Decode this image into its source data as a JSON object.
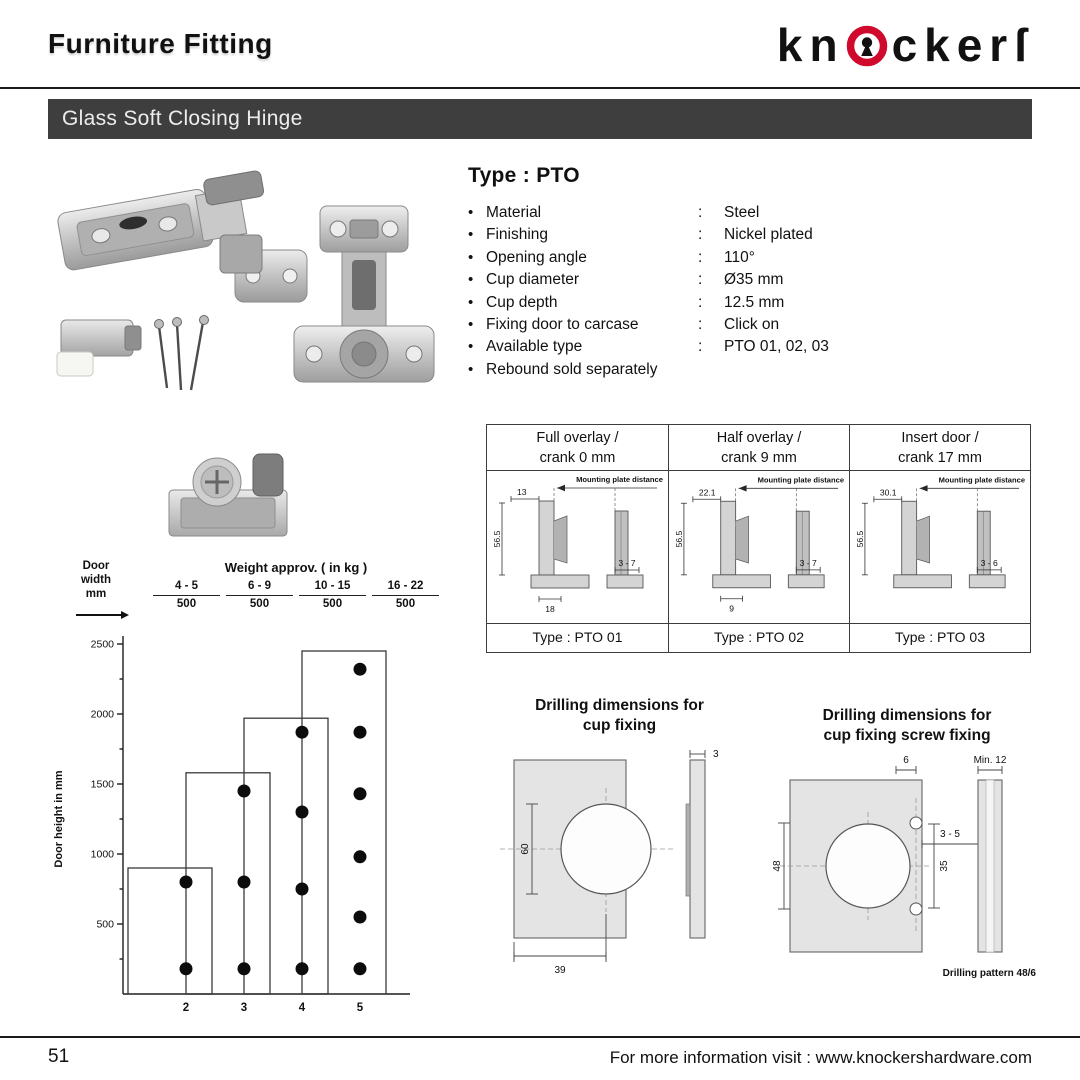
{
  "header": {
    "category": "Furniture Fitting",
    "brand_left": "kn",
    "brand_right": "ckerſ",
    "brand_accent": "#cf0a2c"
  },
  "banner": {
    "title": "Glass Soft Closing Hinge",
    "bg": "#3e3e3e"
  },
  "product": {
    "type_heading": "Type : PTO",
    "specs": [
      {
        "label": "Material",
        "colon": ":",
        "value": "Steel"
      },
      {
        "label": "Finishing",
        "colon": ":",
        "value": "Nickel plated"
      },
      {
        "label": "Opening angle",
        "colon": ":",
        "value": "110°"
      },
      {
        "label": "Cup diameter",
        "colon": ":",
        "value": "Ø35 mm"
      },
      {
        "label": "Cup depth",
        "colon": ":",
        "value": "12.5 mm"
      },
      {
        "label": "Fixing door to carcase",
        "colon": ":",
        "value": "Click on"
      },
      {
        "label": "Available type",
        "colon": ":",
        "value": "PTO 01, 02, 03"
      },
      {
        "label": "Rebound sold separately",
        "colon": "",
        "value": ""
      }
    ]
  },
  "overlay_table": {
    "columns": [
      {
        "header_line1": "Full overlay /",
        "header_line2": "crank 0 mm",
        "plate_label": "Mounting plate distance",
        "dim_top": "13",
        "dim_side": "56.5",
        "dim_bottom": "18",
        "dim_gap": "3 - 7",
        "type_label": "Type : PTO 01"
      },
      {
        "header_line1": "Half overlay /",
        "header_line2": "crank 9 mm",
        "plate_label": "Mounting plate distance",
        "dim_top": "22.1",
        "dim_side": "56.5",
        "dim_bottom": "9",
        "dim_gap": "3 - 7",
        "type_label": "Type : PTO 02"
      },
      {
        "header_line1": "Insert door /",
        "header_line2": "crank 17 mm",
        "plate_label": "Mounting plate distance",
        "dim_top": "30.1",
        "dim_side": "56.5",
        "dim_bottom": "",
        "dim_gap": "3 - 6",
        "type_label": "Type : PTO 03"
      }
    ]
  },
  "chart_data": {
    "type": "bar",
    "title": "Weight approv. ( in kg )",
    "door_width_label": "Door width mm",
    "ylabel": "Door height in mm",
    "weight_classes": [
      "4 - 5",
      "6 - 9",
      "10 - 15",
      "16 - 22"
    ],
    "door_widths": [
      "500",
      "500",
      "500",
      "500"
    ],
    "categories": [
      "2",
      "3",
      "4",
      "5"
    ],
    "bar_heights": [
      900,
      1580,
      1970,
      2450
    ],
    "dot_series": [
      [
        800,
        180
      ],
      [
        1450,
        800,
        180
      ],
      [
        1870,
        1300,
        750,
        180
      ],
      [
        2320,
        1870,
        1430,
        980,
        550,
        180
      ]
    ],
    "yticks": [
      500,
      1000,
      1500,
      2000,
      2500
    ],
    "ylim": [
      0,
      2500
    ],
    "grid": false,
    "legend": false
  },
  "drilling_cup": {
    "title_line1": "Drilling dimensions for",
    "title_line2": "cup fixing",
    "dim_height": "60",
    "dim_width": "39",
    "dim_thickness": "3"
  },
  "drilling_screw": {
    "title_line1": "Drilling dimensions for",
    "title_line2": "cup fixing screw fixing",
    "dim_edge": "6",
    "dim_min": "Min. 12",
    "dim_range": "3 - 5",
    "dim_screw_spacing": "48",
    "dim_cup": "35",
    "pattern_note": "Drilling pattern 48/6"
  },
  "footer": {
    "page_number": "51",
    "info_text": "For more information visit : www.knockershardware.com"
  }
}
